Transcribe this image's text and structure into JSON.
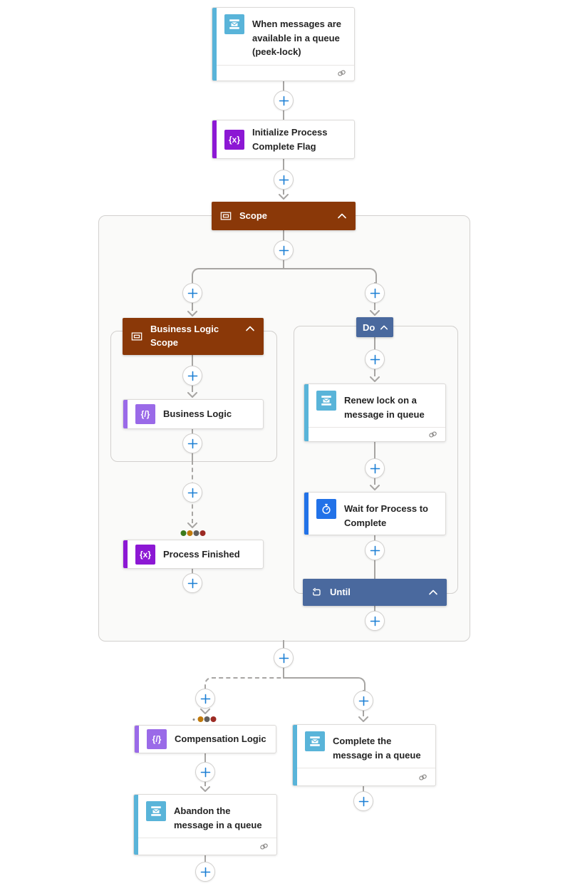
{
  "trigger": {
    "title": "When messages are available in a queue (peek-lock)"
  },
  "actions": {
    "initialize_flag": {
      "title": "Initialize Process Complete Flag"
    },
    "scope": {
      "label": "Scope"
    },
    "business_logic_scope": {
      "label": "Business Logic Scope"
    },
    "business_logic": {
      "title": "Business Logic"
    },
    "process_finished": {
      "title": "Process Finished"
    },
    "do_loop": {
      "label": "Do"
    },
    "renew_lock": {
      "title": "Renew lock on a message in queue"
    },
    "wait_for_process": {
      "title": "Wait for Process to Complete"
    },
    "until": {
      "label": "Until"
    },
    "compensation_logic": {
      "title": "Compensation Logic"
    },
    "complete_message": {
      "title": "Complete the message in a queue"
    },
    "abandon_message": {
      "title": "Abandon the message in a queue"
    }
  },
  "icons": {
    "variable_glyph": "{x}",
    "inline_code_glyph": "{/}"
  },
  "colors": {
    "service_bus_blue": "#59B4D9",
    "variable_purple": "#8C18D4",
    "inline_code_purple": "#9A6AE8",
    "delay_blue": "#2272E8",
    "scope_brown": "#8A3808",
    "loop_slate_blue": "#4A699E",
    "plus_blue": "#1B7FD4",
    "connector_gray": "#A7A5A3",
    "dot_green": "#3C7A1B",
    "dot_orange": "#C0790C",
    "dot_gray": "#615F5D",
    "dot_red": "#9C2B24"
  }
}
